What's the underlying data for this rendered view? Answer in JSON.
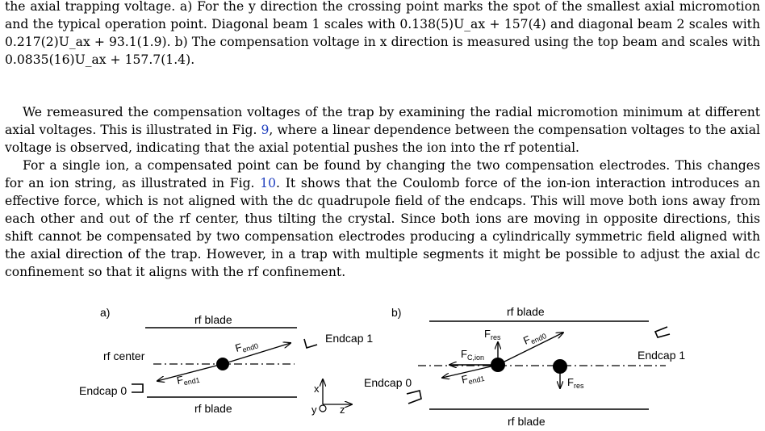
{
  "caption_tail": "the axial trapping voltage. a) For the y direction the crossing point marks the spot of the smallest axial micromotion and the typical operation point. Diagonal beam 1 scales with 0.138(5)U_ax + 157(4) and diagonal beam 2 scales with 0.217(2)U_ax + 93.1(1.9). b) The compensation voltage in x direction is measured using the top beam and scales with 0.0835(16)U_ax + 157.7(1.4).",
  "para1": {
    "before": "We remeasured the compensation voltages of the trap by examining the radial micromotion minimum at different axial voltages. This is illustrated in Fig. ",
    "ref": "9",
    "after": ", where a linear dependence between the compensation voltages to the axial voltage is observed, indicating that the axial potential pushes the ion into the rf potential."
  },
  "para2": {
    "before": "For a single ion, a compensated point can be found by changing the two compensation electrodes. This changes for an ion string, as illustrated in Fig. ",
    "ref": "10",
    "after": ". It shows that the Coulomb force of the ion-ion interaction introduces an effective force, which is not aligned with the dc quadrupole field of the endcaps. This will move both ions away from each other and out of the rf center, thus tilting the crystal. Since both ions are moving in opposite directions, this shift cannot be compensated by two compensation electrodes producing a cylindrically symmetric field aligned with the axial direction of the trap. However, in a trap with multiple segments it might be possible to adjust the axial dc confinement so that it aligns with the rf confinement."
  },
  "figure": {
    "panel_a": {
      "label": "a)",
      "rf_blade_top": "rf blade",
      "rf_blade_bottom": "rf blade",
      "rf_center": "rf center",
      "endcap0": "Endcap 0",
      "endcap1": "Endcap 1",
      "f_end0": "F",
      "f_end0_sub": "end0",
      "f_end1": "F",
      "f_end1_sub": "end1",
      "axis_x": "x",
      "axis_y": "y",
      "axis_z": "z"
    },
    "panel_b": {
      "label": "b)",
      "rf_blade_top": "rf blade",
      "rf_blade_bottom": "rf blade",
      "endcap0": "Endcap 0",
      "endcap1": "Endcap 1",
      "f_res_top": "F",
      "f_res_top_sub": "res",
      "f_res_bottom": "F",
      "f_res_bottom_sub": "res",
      "f_end0": "F",
      "f_end0_sub": "end0",
      "f_end1": "F",
      "f_end1_sub": "end1",
      "f_cion": "F",
      "f_cion_sub": "C,ion"
    }
  }
}
